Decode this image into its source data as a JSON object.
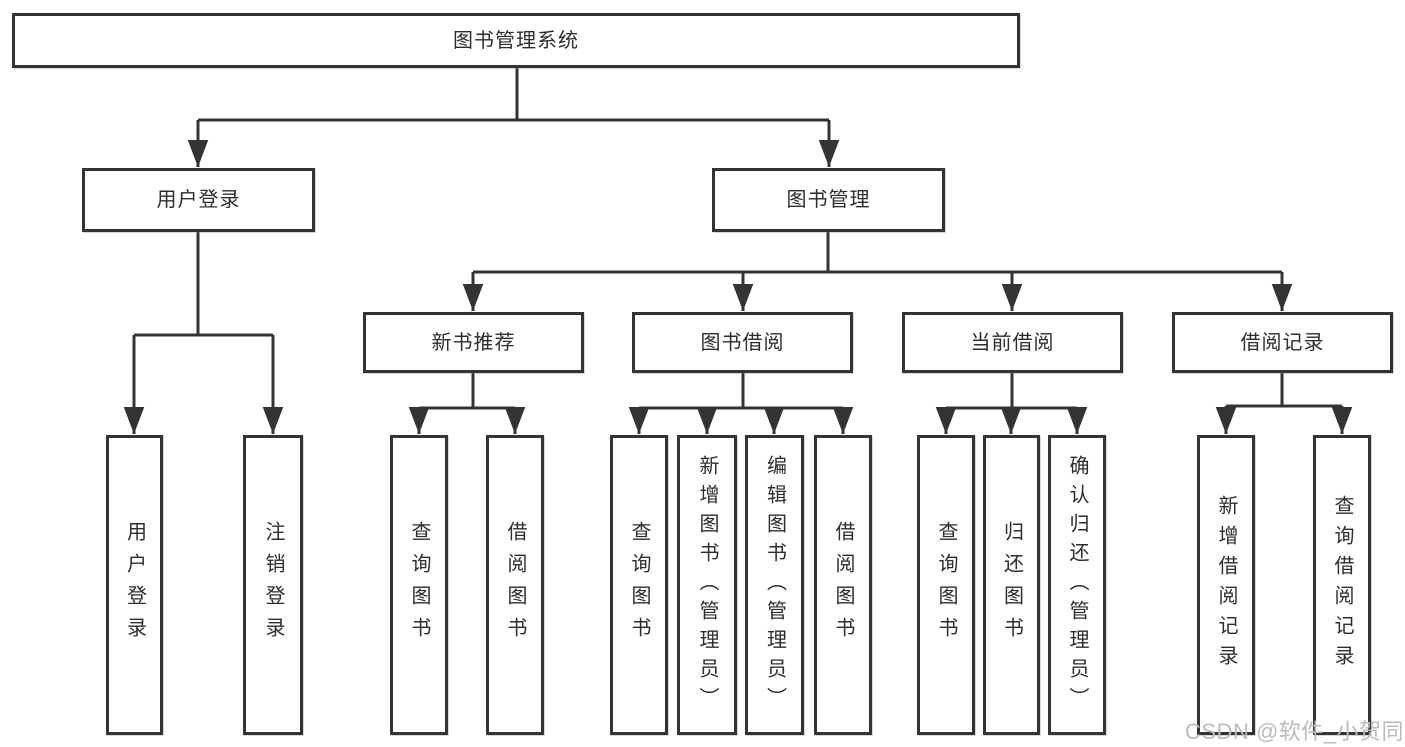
{
  "tree": {
    "root": {
      "label": "图书管理系统"
    },
    "branches": [
      {
        "label": "用户登录",
        "children": [
          {
            "label": "用户登录"
          },
          {
            "label": "注销登录"
          }
        ]
      },
      {
        "label": "图书管理",
        "children": [
          {
            "label": "新书推荐",
            "children": [
              {
                "label": "查询图书"
              },
              {
                "label": "借阅图书"
              }
            ]
          },
          {
            "label": "图书借阅",
            "children": [
              {
                "label": "查询图书"
              },
              {
                "label": "新增图书（管理员）"
              },
              {
                "label": "编辑图书（管理员）"
              },
              {
                "label": "借阅图书"
              }
            ]
          },
          {
            "label": "当前借阅",
            "children": [
              {
                "label": "查询图书"
              },
              {
                "label": "归还图书"
              },
              {
                "label": "确认归还（管理员）"
              }
            ]
          },
          {
            "label": "借阅记录",
            "children": [
              {
                "label": "新增借阅记录"
              },
              {
                "label": "查询借阅记录"
              }
            ]
          }
        ]
      }
    ]
  },
  "watermark": {
    "text": "CSDN @软件_小贺同学"
  },
  "colors": {
    "line": "#343434",
    "text": "#2d2d2d",
    "background": "#ffffff",
    "watermark": "#bfbaba"
  }
}
